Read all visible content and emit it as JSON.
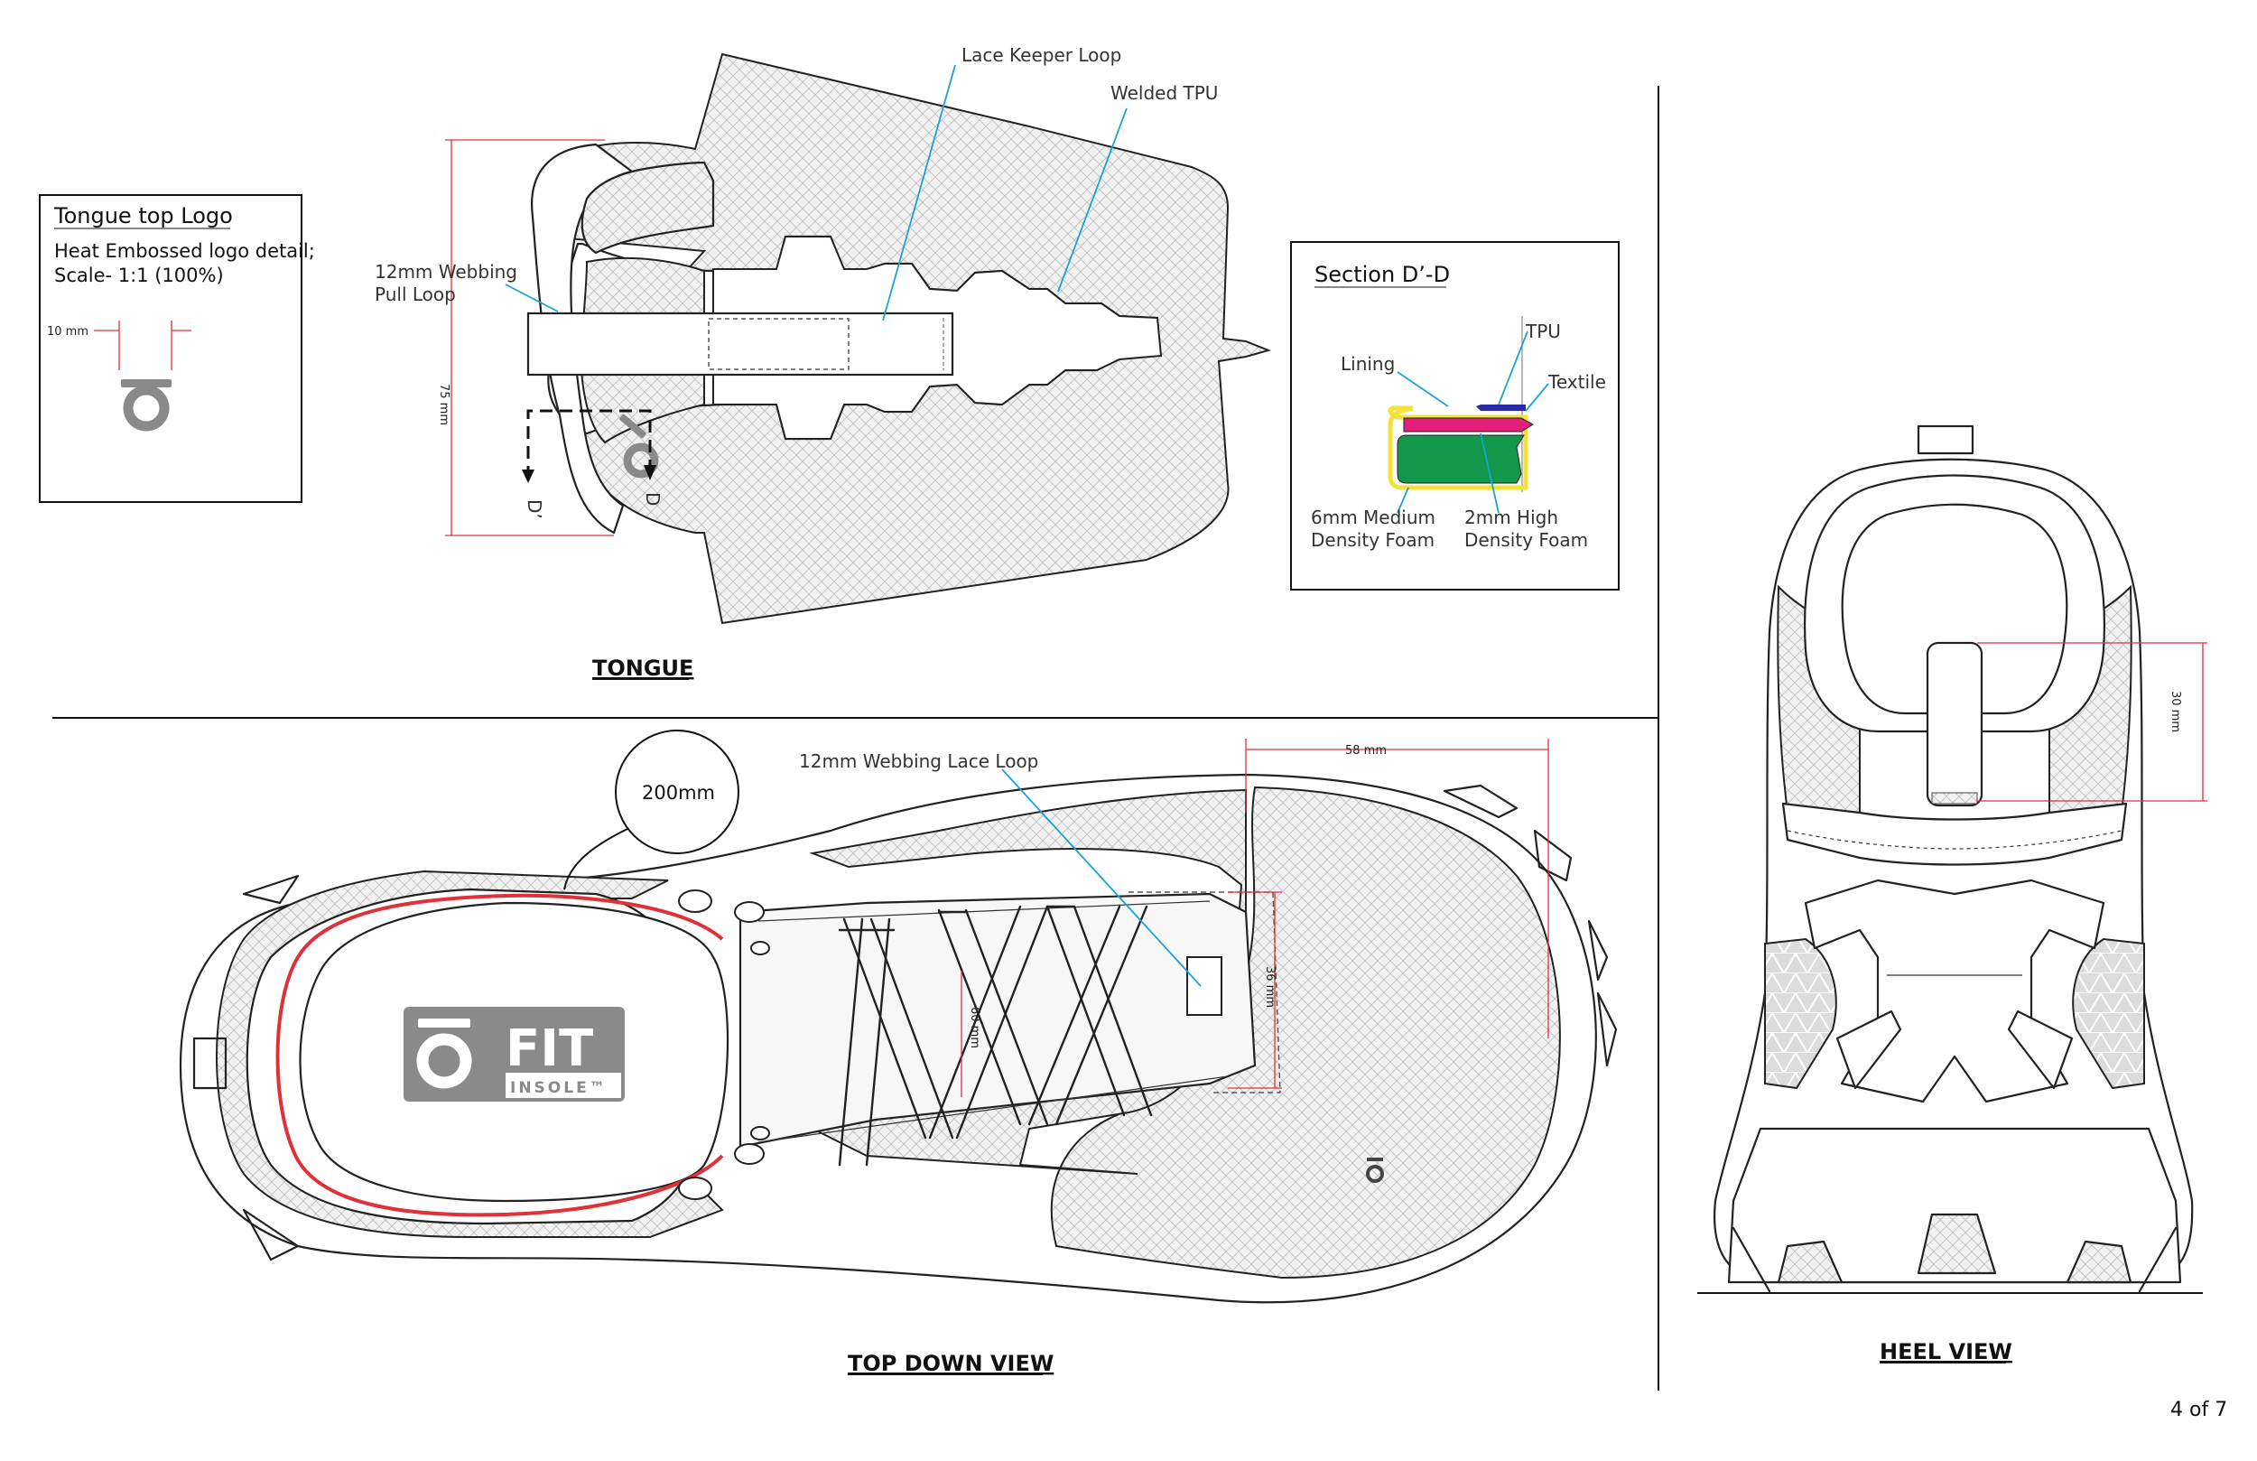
{
  "page_number": "4 of 7",
  "tongue_logo_box": {
    "title": "Tongue top Logo",
    "line1": "Heat Embossed logo detail;",
    "line2": "Scale- 1:1 (100%)",
    "dim": "10 mm"
  },
  "tongue": {
    "title": "TONGUE",
    "label_lace_keeper": "Lace Keeper Loop",
    "label_welded_tpu": "Welded TPU",
    "label_pull_loop_1": "12mm Webbing",
    "label_pull_loop_2": "Pull Loop",
    "dim_height": "75 mm",
    "section_mark_left": "D’",
    "section_mark_right": "D"
  },
  "section": {
    "title": "Section D’-D",
    "label_tpu": "TPU",
    "label_lining": "Lining",
    "label_textile": "Textile",
    "label_foam6_1": "6mm Medium",
    "label_foam6_2": "Density Foam",
    "label_foam2_1": "2mm High",
    "label_foam2_2": "Density Foam",
    "colors": {
      "lining": "#f2e23a",
      "tpu": "#2a2aa8",
      "textile": "#e0207a",
      "foam": "#12984a"
    }
  },
  "top_view": {
    "title": "TOP DOWN VIEW",
    "callout": "200mm",
    "label_lace_loop": "12mm Webbing Lace Loop",
    "dim_width": "58 mm",
    "dim_loop": "36 mm",
    "dim_lace": "60 mm",
    "insole_brand": "FIT",
    "insole_sub": "INSOLE™"
  },
  "heel_view": {
    "title": "HEEL VIEW",
    "dim_height": "30 mm"
  },
  "colors": {
    "leader": "#1aa3d9",
    "dimension": "#e0303a",
    "outline": "#222222"
  }
}
